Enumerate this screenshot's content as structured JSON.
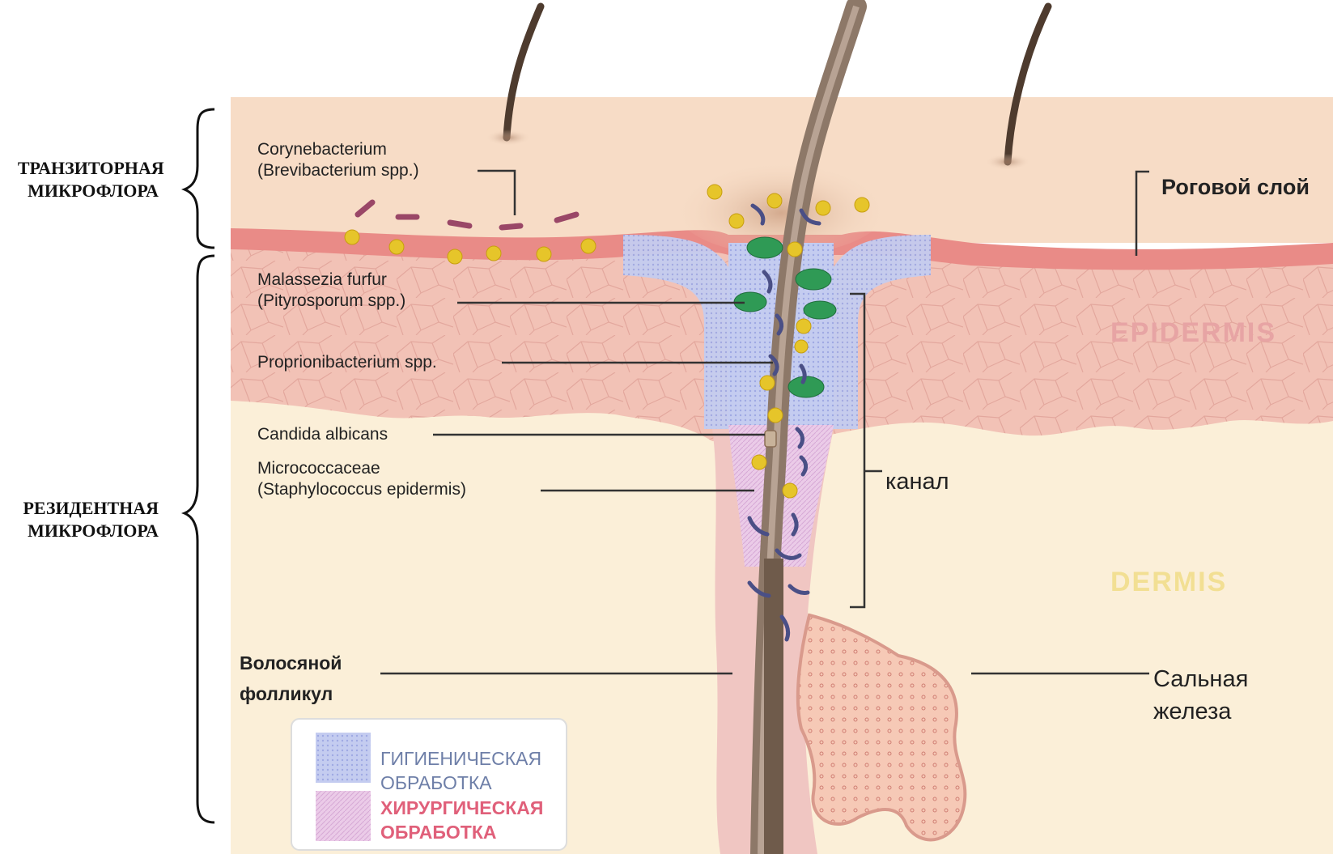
{
  "groups": {
    "transient": "ТРАНЗИТОРНАЯ\nМИКРОФЛОРА",
    "resident": "РЕЗИДЕНТНАЯ\nМИКРОФЛОРА"
  },
  "organisms": [
    "Corynebacterium\n(Brevibacterium spp.)",
    "Malassezia furfur\n(Pityrosporum spp.)",
    "Proprionibacterium spp.",
    "Candida albicans",
    "Micrococcaceae\n(Staphylococcus epidermis)"
  ],
  "structures": {
    "stratum_corneum": "Роговой слой",
    "epidermis": "EPIDERMIS",
    "dermis": "DERMIS",
    "canal": "канал",
    "hair_follicle": "Волосяной\nфолликул",
    "sebaceous_gland": "Сальная\nжелеза"
  },
  "legend": {
    "hygienic": "ГИГИЕНИЧЕСКАЯ\nОБРАБОТКА",
    "surgical": "ХИРУРГИЧЕСКАЯ\nОБРАБОТКА"
  },
  "colors": {
    "surface": "#f7dcc6",
    "corneum": "#e98b87",
    "epidermis": "#f2c2b6",
    "dermis": "#fbefd8",
    "hair": "#5b4636",
    "hygienic": "#b9c3ee",
    "surgical": "#e7c4e9",
    "coccus": "#e6c52a",
    "yeast": "#2f9a55",
    "rod": "#4a4f86",
    "surgical_text": "#e0607a",
    "hygienic_text": "#6e7fa8"
  }
}
